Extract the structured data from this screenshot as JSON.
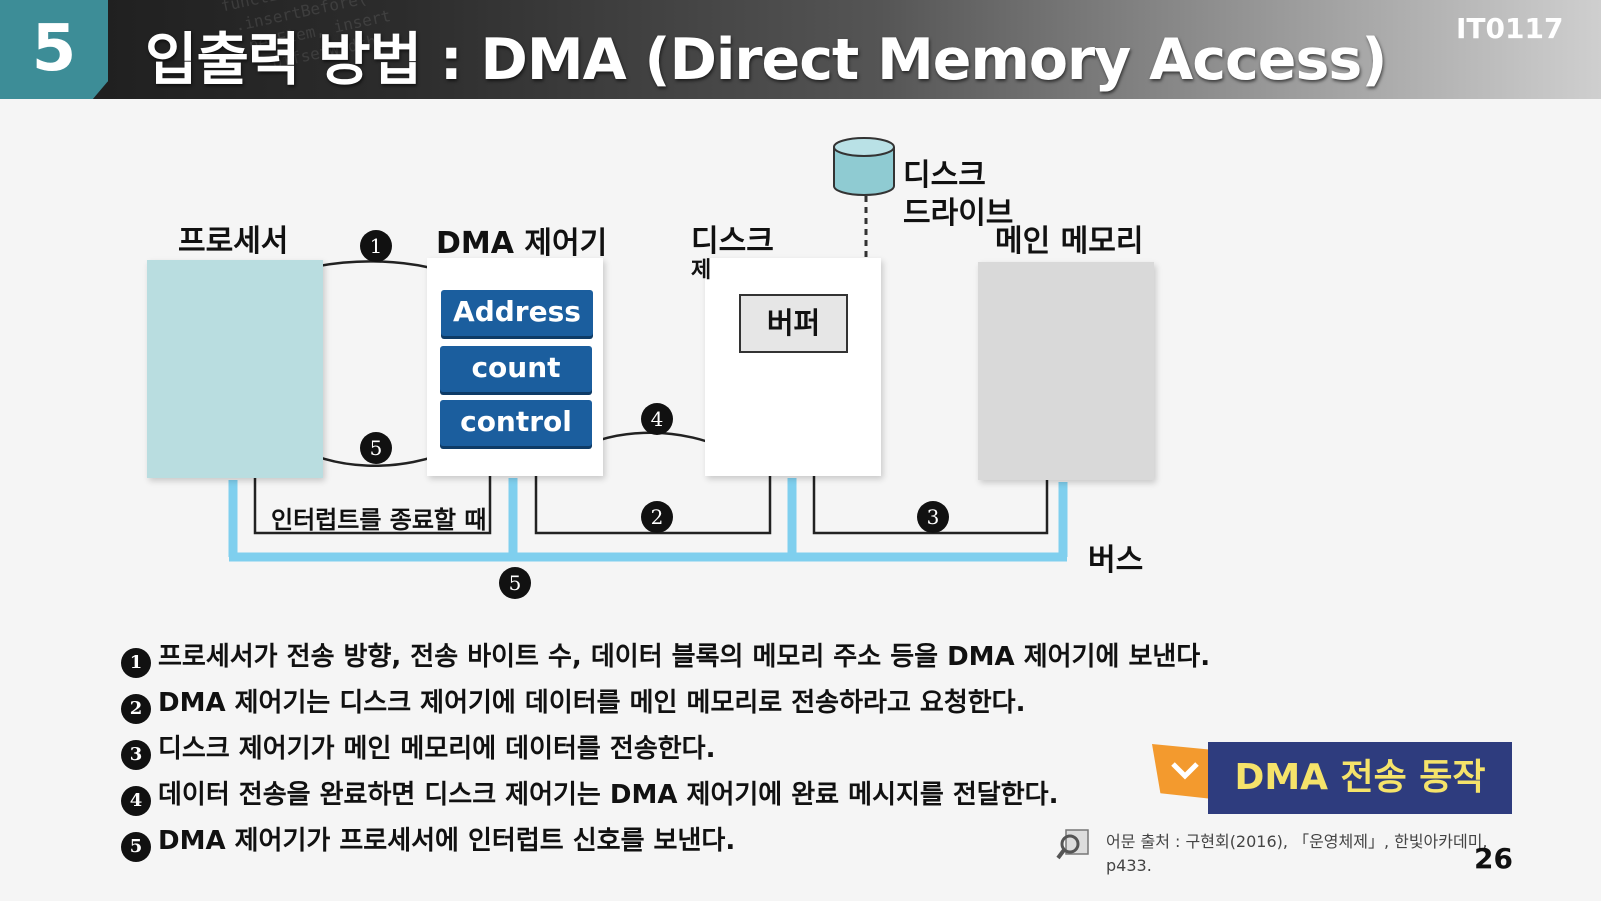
{
  "header": {
    "section_number": "5",
    "title": "입출력 방법 : DMA (Direct Memory Access)",
    "course_code": "IT0117"
  },
  "diagram": {
    "processor_label": "프로세서",
    "dma_label": "DMA 제어기",
    "disk_ctrl_label_line1": "디스크",
    "disk_ctrl_label_line2": "제",
    "disk_drive_label_line1": "디스크",
    "disk_drive_label_line2": "드라이브",
    "memory_label": "메인 메모리",
    "bus_label": "버스",
    "registers": [
      "Address",
      "count",
      "control"
    ],
    "buffer_label": "버퍼",
    "interrupt_label": "인터럽트를 종료할 때",
    "markers": [
      "1",
      "2",
      "3",
      "4",
      "5"
    ],
    "colors": {
      "processor_fill": "#b9dde0",
      "register_fill": "#1b5e9e",
      "memory_fill": "#d9d9d9",
      "bus": "#7fcfee",
      "disk_fill": "#8fcbd2"
    }
  },
  "bullets": [
    {
      "num": "1",
      "text": "프로세서가 전송 방향, 전송 바이트 수, 데이터 블록의 메모리 주소 등을 DMA 제어기에 보낸다."
    },
    {
      "num": "2",
      "text": "DMA 제어기는 디스크 제어기에 데이터를 메인 메모리로 전송하라고 요청한다."
    },
    {
      "num": "3",
      "text": "디스크 제어기가 메인 메모리에 데이터를 전송한다."
    },
    {
      "num": "4",
      "text": "데이터 전송을 완료하면 디스크 제어기는 DMA 제어기에 완료 메시지를 전달한다."
    },
    {
      "num": "5",
      "text": "DMA 제어기가 프로세서에 인터럽트 신호를 보낸다."
    }
  ],
  "tag": {
    "text": "DMA 전송 동작",
    "check_icon": "check-icon"
  },
  "source": {
    "line1": "어문 출처 : 구현회(2016), 「운영체제」, 한빛아카데미,",
    "line2": "p433."
  },
  "page_number": "26"
}
